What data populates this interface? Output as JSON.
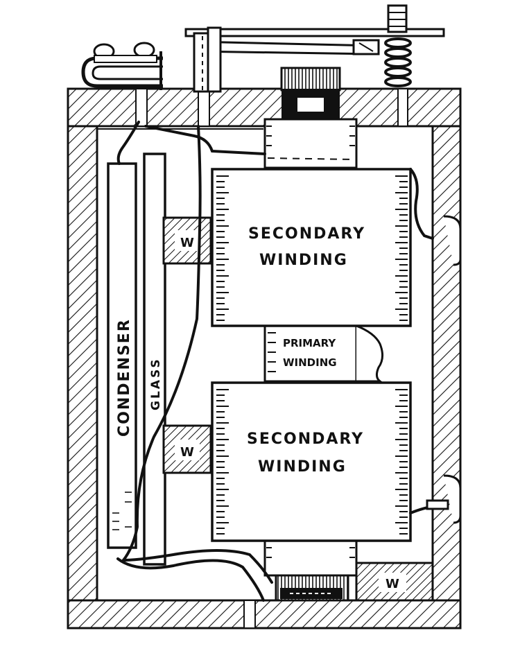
{
  "diagram": {
    "labels": {
      "secondary_top_line1": "SECONDARY",
      "secondary_top_line2": "WINDING",
      "secondary_bottom_line1": "SECONDARY",
      "secondary_bottom_line2": "WINDING",
      "primary_line1": "PRIMARY",
      "primary_line2": "WINDING",
      "condenser": "CONDENSER",
      "glass": "GLASS",
      "wood_block_1": "W",
      "wood_block_2": "W",
      "wood_block_3": "W"
    },
    "colors": {
      "ink": "#111111",
      "paper": "#ffffff"
    }
  }
}
